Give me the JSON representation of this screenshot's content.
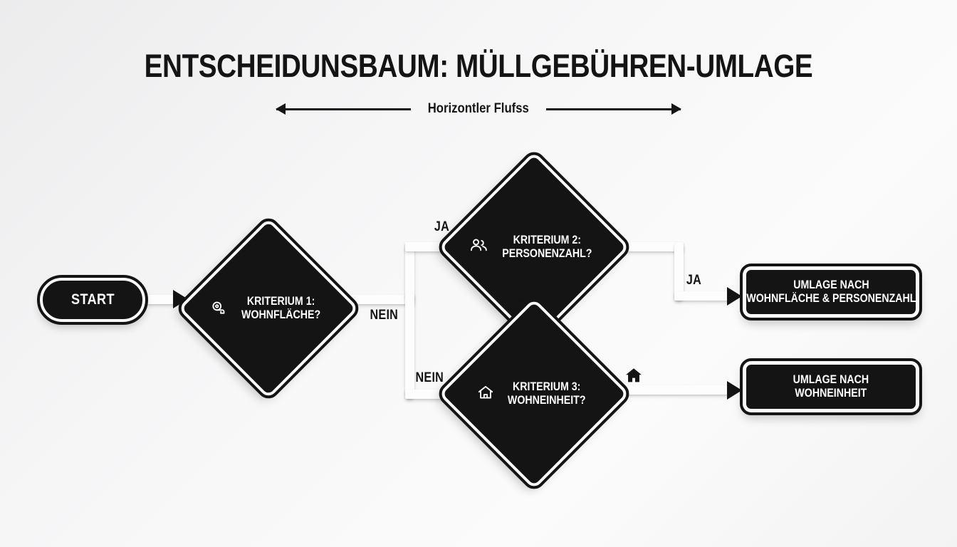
{
  "header": {
    "title": "ENTSCHEIDUNSBAUM: MÜLLGEBÜHREN-UMLAGE",
    "subtitle": "Horizontler Flufss"
  },
  "nodes": {
    "start": {
      "label": "START"
    },
    "criterion1": {
      "line1": "KRITERIUM 1:",
      "line2": "WOHNFLÄCHE?",
      "icon": "tape-measure-icon"
    },
    "criterion2": {
      "line1": "KRITERIUM 2:",
      "line2": "PERSONENZAHL?",
      "icon": "users-icon"
    },
    "criterion3": {
      "line1": "KRITERIUM 3:",
      "line2": "WOHNEINHEIT?",
      "icon": "house-icon"
    },
    "result1": {
      "line1": "UMLAGE NACH",
      "line2": "WOHNFLÄCHE & PERSONENZAHL"
    },
    "result2": {
      "line1": "UMLAGE NACH",
      "line2": "WOHNEINHEIT"
    }
  },
  "edges": {
    "c1_yes": "JA",
    "c1_no": "NEIN",
    "c2_yes": "JA",
    "c2_no": "NEIN"
  },
  "decor": {
    "floating_house_icon": "house-icon"
  },
  "colors": {
    "ink": "#141414",
    "paper": "#fbfbfb",
    "background": "#f4f4f5"
  }
}
